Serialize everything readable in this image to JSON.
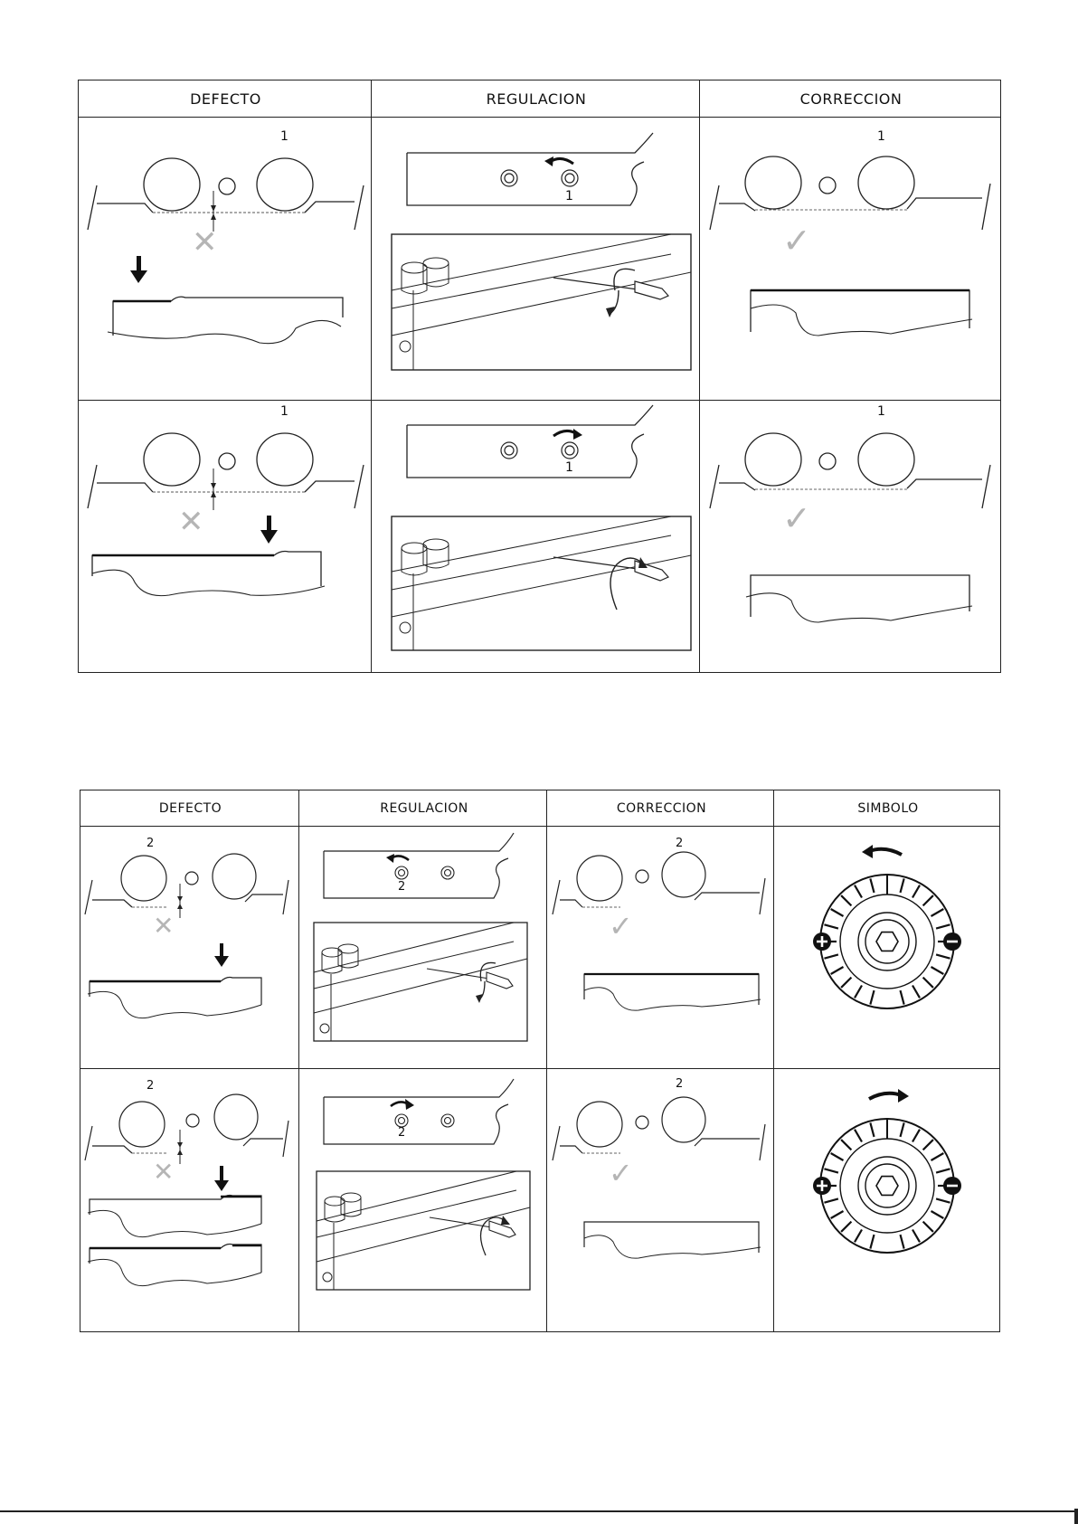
{
  "table_a": {
    "headers": [
      "DEFECTO",
      "REGULACION",
      "CORRECCION"
    ],
    "rows": [
      {
        "defect_label": "1",
        "regulation_label": "1",
        "correction_label": "1",
        "defect_mark": "✕",
        "correction_mark": "✓"
      },
      {
        "defect_label": "1",
        "regulation_label": "1",
        "correction_label": "1",
        "defect_mark": "✕",
        "correction_mark": "✓"
      }
    ]
  },
  "table_b": {
    "headers": [
      "DEFECTO",
      "REGULACION",
      "CORRECCION",
      "SIMBOLO"
    ],
    "rows": [
      {
        "defect_label": "2",
        "regulation_label": "2",
        "correction_label": "2",
        "defect_mark": "✕",
        "correction_mark": "✓"
      },
      {
        "defect_label": "2",
        "regulation_label": "2",
        "correction_label": "2",
        "defect_mark": "✕",
        "correction_mark": "✓"
      }
    ]
  },
  "icons": {
    "rotate_left": "rotate-ccw-arrow-icon",
    "rotate_right": "rotate-cw-arrow-icon",
    "plus": "plus-icon",
    "minus": "minus-icon",
    "hex_key": "hex-socket-icon",
    "reject": "cross-mark-icon",
    "accept": "check-mark-icon"
  },
  "colors": {
    "line": "#222222",
    "mark_gray": "#b5b5b5"
  }
}
